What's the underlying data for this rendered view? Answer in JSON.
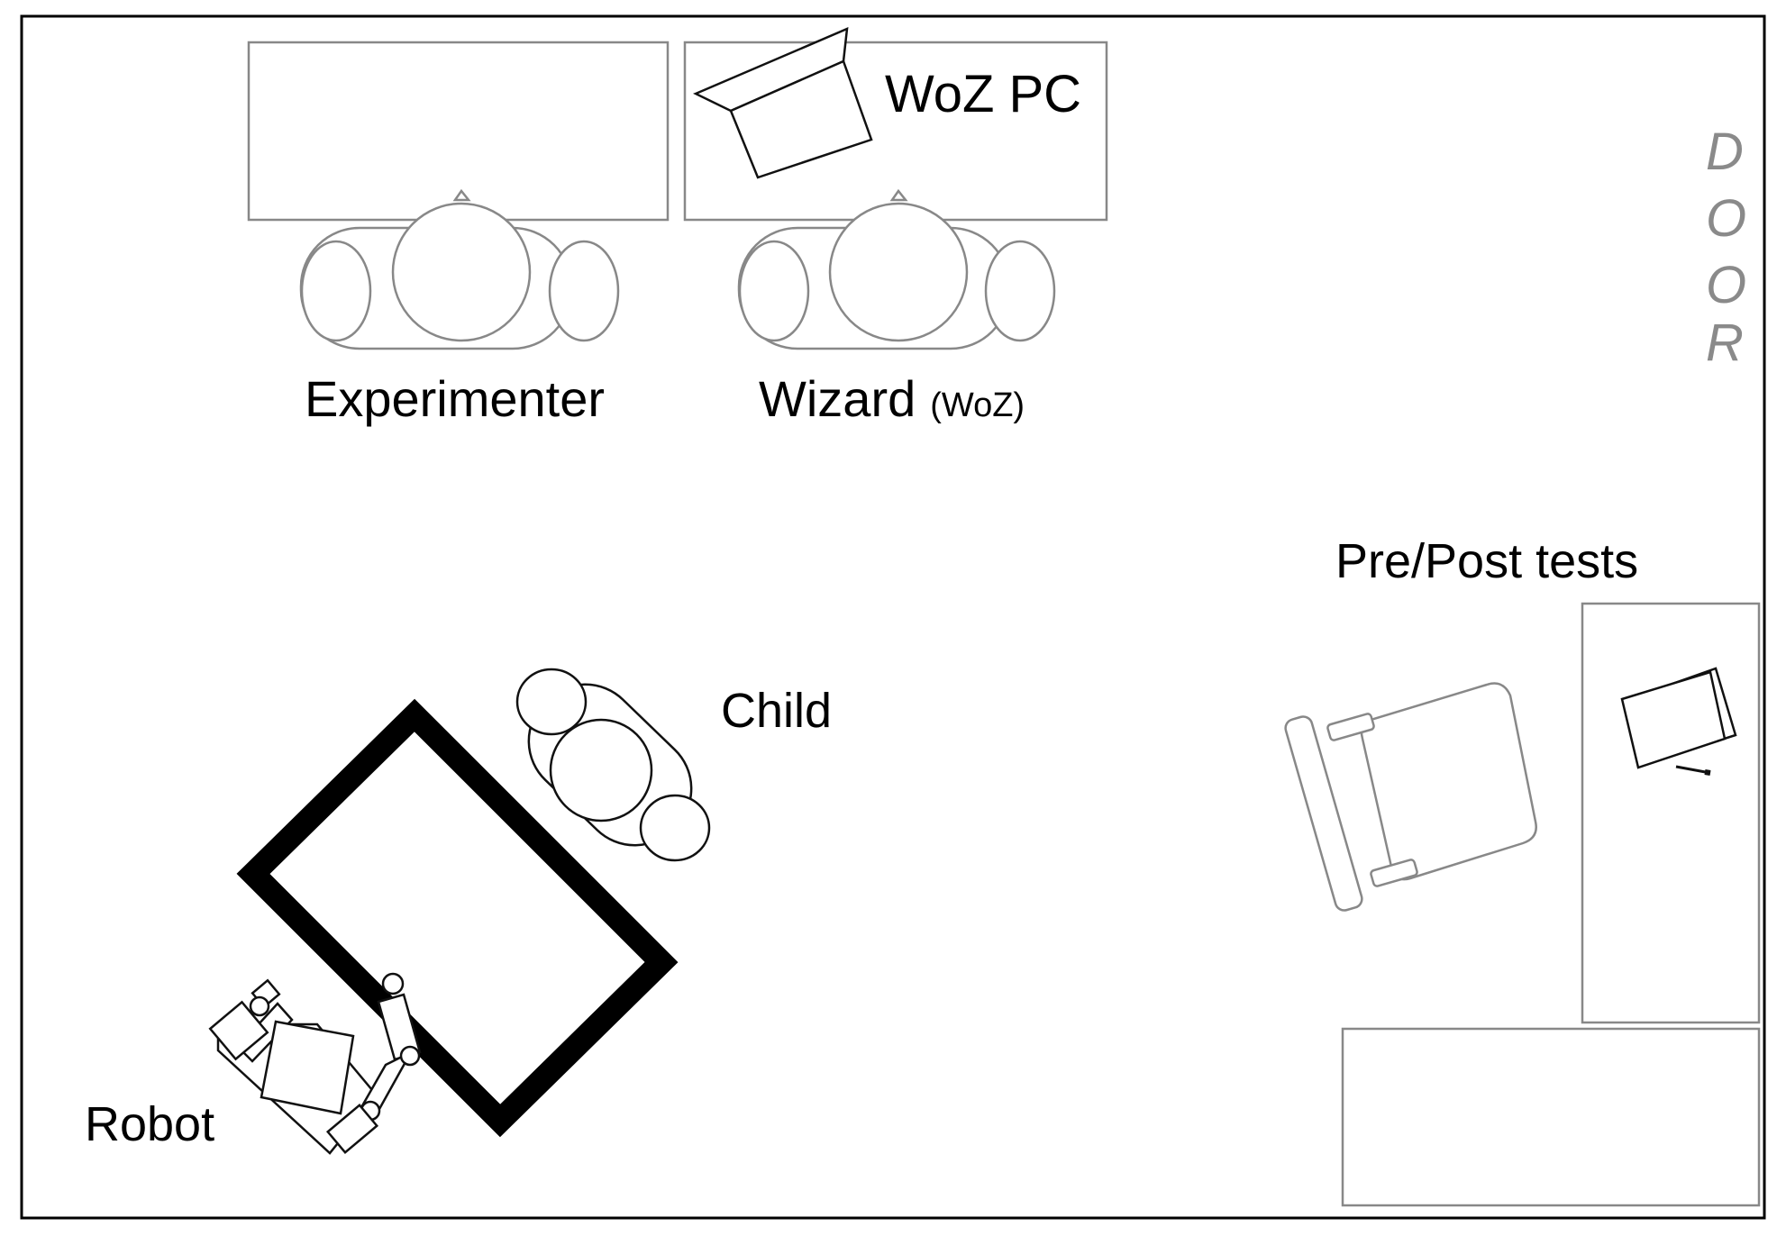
{
  "labels": {
    "woz_pc": "WoZ PC",
    "experimenter": "Experimenter",
    "wizard": "Wizard",
    "wizard_sub": "(WoZ)",
    "pre_post_tests": "Pre/Post tests",
    "child": "Child",
    "robot": "Robot"
  },
  "door": [
    "D",
    "O",
    "O",
    "R"
  ],
  "colors": {
    "outline_gray": "#888888",
    "outline_black": "#111111",
    "door_text": "#8a8a8a"
  }
}
